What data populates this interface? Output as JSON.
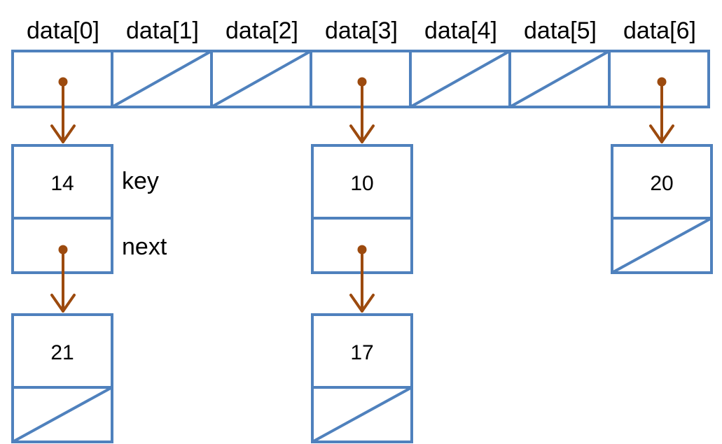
{
  "array": {
    "headers": [
      "data[0]",
      "data[1]",
      "data[2]",
      "data[3]",
      "data[4]",
      "data[5]",
      "data[6]"
    ],
    "slots": [
      {
        "empty": false
      },
      {
        "empty": true
      },
      {
        "empty": true
      },
      {
        "empty": false
      },
      {
        "empty": true
      },
      {
        "empty": true
      },
      {
        "empty": false
      }
    ]
  },
  "nodes": {
    "n14": {
      "key": "14",
      "next_null": false
    },
    "n21": {
      "key": "21",
      "next_null": true
    },
    "n10": {
      "key": "10",
      "next_null": false
    },
    "n17": {
      "key": "17",
      "next_null": true
    },
    "n20": {
      "key": "20",
      "next_null": true
    }
  },
  "labels": {
    "key": "key",
    "next": "next"
  },
  "colors": {
    "box_stroke": "#4f81bd",
    "pointer": "#9c4a0e",
    "text": "#000000"
  }
}
